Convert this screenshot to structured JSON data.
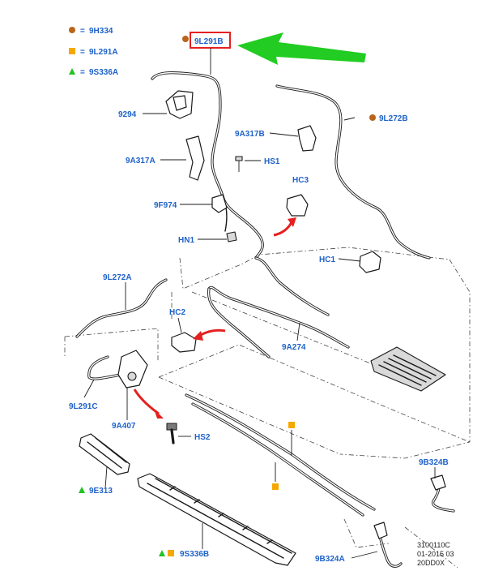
{
  "legend": [
    {
      "symbol": "circle",
      "color": "#b8651b",
      "code": "9H334"
    },
    {
      "symbol": "square",
      "color": "#f5a800",
      "code": "9L291A"
    },
    {
      "symbol": "triangle",
      "color": "#22c222",
      "code": "9S336A"
    }
  ],
  "legend_equals": "=",
  "highlight": {
    "code": "9L291B",
    "box_color": "#e52020",
    "arrow_color": "#22cc22"
  },
  "labels": {
    "l_9294": "9294",
    "l_9A317A": "9A317A",
    "l_9F974": "9F974",
    "l_HN1": "HN1",
    "l_HS1": "HS1",
    "l_9A317B": "9A317B",
    "l_9L272B": "9L272B",
    "l_HC3": "HC3",
    "l_HC1": "HC1",
    "l_9L272A": "9L272A",
    "l_HC2": "HC2",
    "l_9A274": "9A274",
    "l_9L291C": "9L291C",
    "l_9A407": "9A407",
    "l_HS2": "HS2",
    "l_9E313": "9E313",
    "l_9S336B": "9S336B",
    "l_9B324B": "9B324B",
    "l_9B324A": "9B324A"
  },
  "reference": {
    "line1": "3100110C",
    "line2": "01-2015 03",
    "line3": "20DD0X"
  },
  "colors": {
    "label_blue": "#1f62c9",
    "callout_red": "#e52020",
    "orange_circle": "#b8651b",
    "orange_square": "#f5a800",
    "green_triangle": "#22c222"
  }
}
